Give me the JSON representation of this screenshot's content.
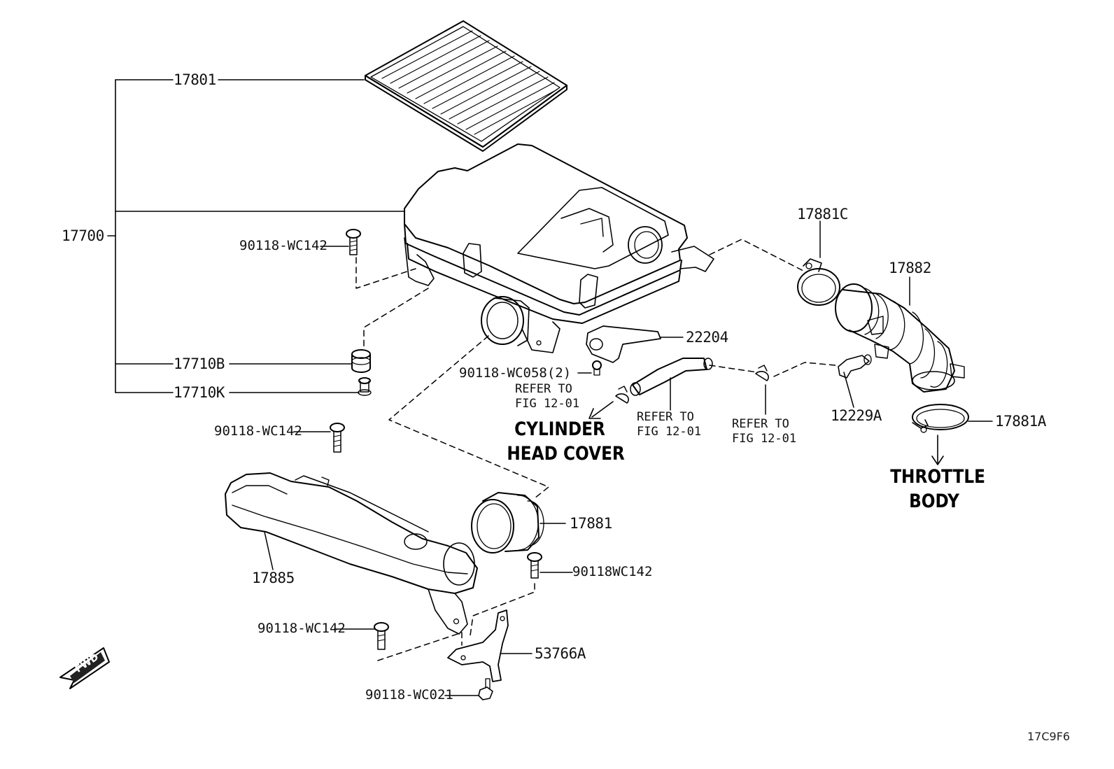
{
  "parts": {
    "p17801": "17801",
    "p17700": "17700",
    "p90118_wc142_a": "90118-WC142",
    "p17710b": "17710B",
    "p17710k": "17710K",
    "p90118_wc058": "90118-WC058(2)",
    "p22204": "22204",
    "p17881c": "17881C",
    "p17882": "17882",
    "p12229a": "12229A",
    "p17881a": "17881A",
    "p90118_wc142_b": "90118-WC142",
    "p17881": "17881",
    "p90118wc142": "90118WC142",
    "p17885": "17885",
    "p90118_wc142_c": "90118-WC142",
    "p53766a": "53766A",
    "p90118_wc021": "90118-WC021"
  },
  "references": {
    "ref1_line1": "REFER TO",
    "ref1_line2": "FIG 12-01",
    "ref2_line1": "REFER TO",
    "ref2_line2": "FIG 12-01",
    "ref3_line1": "REFER TO",
    "ref3_line2": "FIG 12-01"
  },
  "callouts": {
    "cylinder_line1": "CYLINDER",
    "cylinder_line2": "HEAD COVER",
    "throttle_line1": "THROTTLE",
    "throttle_line2": "BODY"
  },
  "fwd_label": "FWD",
  "diagram_code": "17C9F6"
}
